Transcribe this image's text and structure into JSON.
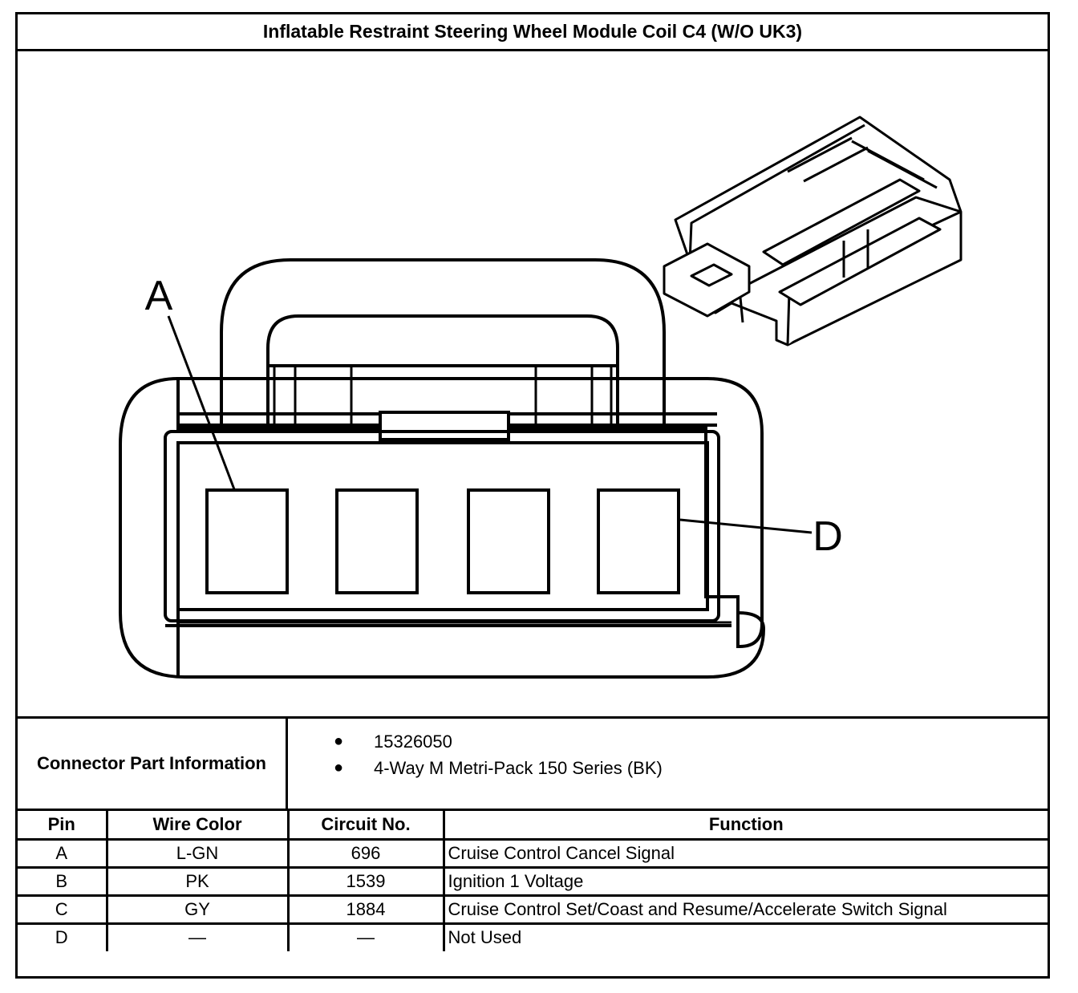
{
  "title": "Inflatable Restraint Steering Wheel Module Coil C4 (W/O UK3)",
  "figure": {
    "callouts": [
      "A",
      "D"
    ]
  },
  "connector_info": {
    "label": "Connector Part Information",
    "items": [
      "15326050",
      "4-Way M Metri-Pack 150 Series (BK)"
    ]
  },
  "pin_table": {
    "headers": [
      "Pin",
      "Wire Color",
      "Circuit No.",
      "Function"
    ],
    "rows": [
      {
        "pin": "A",
        "wire_color": "L-GN",
        "circuit": "696",
        "function": "Cruise Control Cancel Signal"
      },
      {
        "pin": "B",
        "wire_color": "PK",
        "circuit": "1539",
        "function": "Ignition 1 Voltage"
      },
      {
        "pin": "C",
        "wire_color": "GY",
        "circuit": "1884",
        "function": "Cruise Control Set/Coast and Resume/Accelerate Switch Signal"
      },
      {
        "pin": "D",
        "wire_color": "—",
        "circuit": "—",
        "function": "Not Used"
      }
    ]
  }
}
